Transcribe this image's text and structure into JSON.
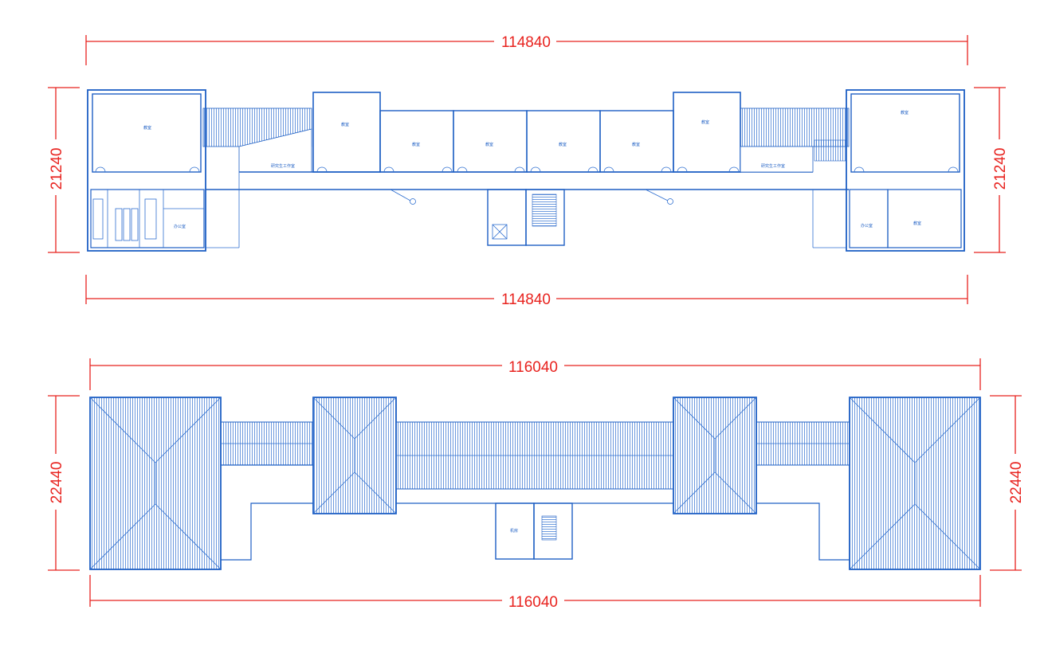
{
  "drawing": {
    "floor_plan": {
      "dimension_top": "114840",
      "dimension_bottom": "114840",
      "dimension_left": "21240",
      "dimension_right": "21240"
    },
    "roof_plan": {
      "dimension_top": "116040",
      "dimension_bottom": "116040",
      "dimension_left": "22440",
      "dimension_right": "22440"
    }
  },
  "colors": {
    "dimension": "#e8231f",
    "linework": "#1e5fc4"
  }
}
